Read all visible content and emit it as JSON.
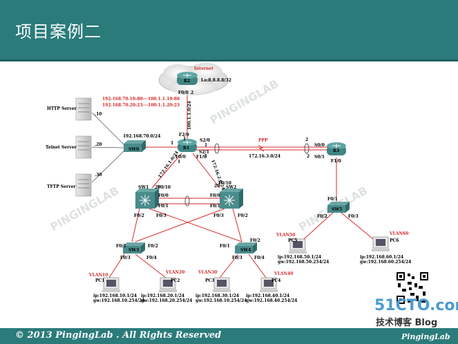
{
  "title": "项目案例二",
  "footer": {
    "copyright": "© 2013 PingingLab . All Rights Reserved",
    "brand": "PingingLab"
  },
  "watermark": "PINGINGLAB",
  "logo": {
    "site": "51CTO.com",
    "sub": "技术博客 Blog"
  },
  "internet": {
    "label": "Internet",
    "router": "R2",
    "lo": "Lo:8.8.8.8/32",
    "f00": "F0/0",
    "f00_num": "2"
  },
  "r1": {
    "name": "R1",
    "uplink_net": "100.1.1.0/24",
    "f20": "F2/0",
    "f20_num": "1",
    "s20": "S2/0",
    "s21": "S2/1",
    "f00": "F0/0",
    "f10": "F1/0",
    "one_a": "1",
    "one_b": "1",
    "one_c": "1",
    "one_d": "1"
  },
  "nat": {
    "line1": "192.168.70.10:80---100.1.1.10:80",
    "line2": "192.168.70.20:23---100.1.1.20:23"
  },
  "servers": [
    {
      "name": "HTTP Server",
      "num": ".10"
    },
    {
      "name": "Telnet Server",
      "num": ".20"
    },
    {
      "name": "TFTP Server",
      "num": ".30"
    }
  ],
  "sw_server": {
    "name": "SW0",
    "net": "192.168.70.0/24"
  },
  "ppp": {
    "label": "PPP",
    "net": "172.16.3.0/24",
    "left_num": "2",
    "right_num": "2"
  },
  "r3": {
    "name": "R3",
    "s00": "S0/0",
    "s01": "S0/1",
    "f10": "F1/0"
  },
  "links": {
    "left": "172.16.1.0/24",
    "right": "172.16.2.0/24"
  },
  "sw1": {
    "name": "SW1",
    "f010": "F0/10",
    "f00": "F0/0",
    "f01": "F0/1",
    "f02": "F0/2",
    "f03": "F0/3",
    "num": "20"
  },
  "sw2": {
    "name": "SW2",
    "f03": "F0/3",
    "f00": "F0/0",
    "f01": "F0/1",
    "f02": "F0/2",
    "f010": "F0/10",
    "num": "20"
  },
  "sw3": {
    "name": "SW3",
    "f01": "F0/1",
    "f02": "F0/2",
    "f03": "F0/3",
    "f04": "F0/4"
  },
  "sw4": {
    "name": "SW4",
    "f01": "F0/1",
    "f02": "F0/2",
    "f03": "F0/3",
    "f04": "F0/4"
  },
  "sw5": {
    "name": "SW5",
    "f01": "F0/1",
    "f02": "F0/2",
    "f03": "F0/3"
  },
  "pcs": [
    {
      "vlan": "VLAN10",
      "name": "PC1",
      "ip": "ip:192.168.10.1/24",
      "gw": "gw:192.168.10.254/24"
    },
    {
      "vlan": "VLAN20",
      "name": "PC2",
      "ip": "ip:192.168.20.1/24",
      "gw": "gw:192.168.20.254/24"
    },
    {
      "vlan": "VLAN30",
      "name": "PC3",
      "ip": "ip:192.168.30.1/24",
      "gw": "gw:192.168.10.254/24"
    },
    {
      "vlan": "VLAN40",
      "name": "PC4",
      "ip": "ip:192.168.40.1/24",
      "gw": "gw:192.168.40.254/24"
    },
    {
      "vlan": "VLAN50",
      "name": "PC5",
      "ip": "ip:192.168.50.1/24",
      "gw": "gw:192.168.50.254/24"
    },
    {
      "vlan": "VLAN60",
      "name": "PC6",
      "ip": "ip:192.168.60.1/24",
      "gw": "gw:192.168.60.254/24"
    }
  ],
  "colors": {
    "header": "#2b7b7b",
    "link": "#d42a2a",
    "router": "#3f8585",
    "switch": "#4a8c8c"
  }
}
